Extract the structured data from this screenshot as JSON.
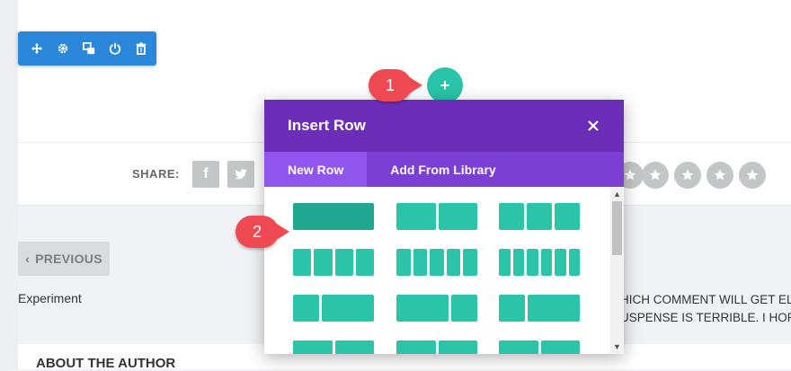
{
  "toolbar": {
    "icons": [
      "move-icon",
      "gear-icon",
      "duplicate-icon",
      "power-icon",
      "trash-icon"
    ],
    "color": "#2b87da"
  },
  "share": {
    "label": "SHARE:",
    "buttons": [
      {
        "glyph": "f"
      },
      {
        "glyph": "t"
      }
    ]
  },
  "rating": {
    "stars": 5,
    "filled": 0
  },
  "nav": {
    "previous_label": "PREVIOUS",
    "previous_title": "Experiment"
  },
  "comment": {
    "lines": [
      "HICH COMMENT WILL GET EL",
      "USPENSE IS TERRIBLE. I HOPE"
    ]
  },
  "author": {
    "title": "ABOUT THE AUTHOR"
  },
  "callouts": {
    "one": "1",
    "two": "2"
  },
  "add_button": {
    "glyph": "+"
  },
  "modal": {
    "title": "Insert Row",
    "tabs": [
      {
        "label": "New Row",
        "active": true
      },
      {
        "label": "Add From Library",
        "active": false
      }
    ],
    "colors": {
      "header": "#6c2eb9",
      "tabs": "#7b3fd3",
      "active_tab": "#8f55ec",
      "column": "#2bc4a9"
    },
    "layouts": [
      {
        "ratios": [
          1
        ]
      },
      {
        "ratios": [
          1,
          1
        ]
      },
      {
        "ratios": [
          1,
          1,
          1
        ]
      },
      {
        "ratios": [
          1,
          1,
          1,
          1
        ]
      },
      {
        "ratios": [
          1,
          1,
          1,
          1,
          1
        ]
      },
      {
        "ratios": [
          1,
          1,
          1,
          1,
          1,
          1
        ]
      },
      {
        "ratios": [
          1,
          2
        ]
      },
      {
        "ratios": [
          2,
          1
        ]
      },
      {
        "ratios": [
          1,
          2
        ]
      },
      {
        "ratios": [
          1,
          1
        ]
      },
      {
        "ratios": [
          1,
          1
        ]
      },
      {
        "ratios": [
          1,
          1
        ]
      }
    ]
  }
}
